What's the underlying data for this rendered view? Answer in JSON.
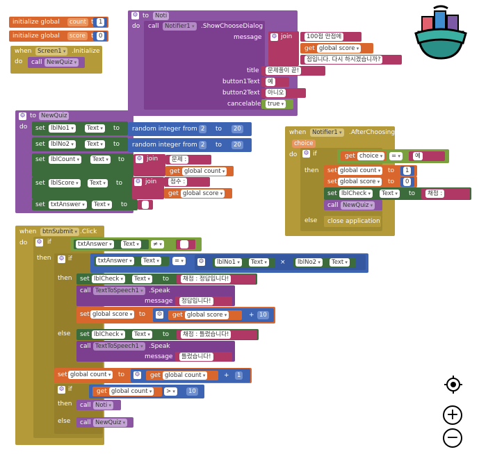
{
  "globals": [
    {
      "label": "initialize global",
      "name": "count",
      "to": "to",
      "value": "1"
    },
    {
      "label": "initialize global",
      "name": "score",
      "to": "to",
      "value": "0"
    }
  ],
  "screen_init": {
    "when": "when",
    "component": "Screen1",
    "event": ".Initialize",
    "do": "do",
    "call": "call",
    "proc": "NewQuiz"
  },
  "noti": {
    "to": "to",
    "name": "Noti",
    "do": "do",
    "call": "call",
    "component": "Notifier1",
    "method": ".ShowChooseDialog",
    "params": {
      "message": "message",
      "title": "title",
      "button1": "button1Text",
      "button2": "button2Text",
      "cancelable": "cancelable"
    },
    "join": "join",
    "msg1": "100점 만점에 ",
    "get": "get",
    "get_name": "global score",
    "msg2": "점입니다. 다시 하시겠습니까?",
    "title_val": "문제풀이 끝!",
    "btn1_val": "예",
    "btn2_val": "아니오",
    "cancel_val": "true"
  },
  "newquiz": {
    "to": "to",
    "name": "NewQuiz",
    "do": "do",
    "set": "set",
    "text": "Text",
    "to_kw": "to",
    "lbl1": "lblNo1",
    "lbl2": "lblNo2",
    "lblcount": "lblCount",
    "lblscore": "lblScore",
    "txtanswer": "txtAnswer",
    "random": "random integer from",
    "from": "2",
    "to_num": "20",
    "join": "join",
    "problem": "문제 : ",
    "get": "get",
    "gcount": "global count",
    "score_lbl": "점수 : ",
    "gscore": "global score"
  },
  "after": {
    "when": "when",
    "component": "Notifier1",
    "event": ".AfterChoosing",
    "param": "choice",
    "do": "do",
    "if": "if",
    "get": "get",
    "choice": "choice",
    "eq": "=",
    "yes": "예",
    "then": "then",
    "set": "set",
    "gcount": "global count",
    "gscore": "global score",
    "to": "to",
    "one": "1",
    "zero": "0",
    "lblcheck": "lblCheck",
    "text": "Text",
    "check_val": "채점 : ",
    "call": "call",
    "proc": "NewQuiz",
    "else": "else",
    "close": "close application"
  },
  "submit": {
    "when": "when",
    "component": "btnSubmit",
    "event": ".Click",
    "do": "do",
    "if": "if",
    "txtanswer": "txtAnswer",
    "text": "Text",
    "neq": "≠",
    "then": "then",
    "eq": "=",
    "lbl1": "lblNo1",
    "lbl2": "lblNo2",
    "times": "×",
    "set": "set",
    "lblcheck": "lblCheck",
    "to": "to",
    "correct": "채점 : 정답입니다!",
    "call": "call",
    "tts": "TextToSpeech1",
    "speak": ".Speak",
    "message": "message",
    "correct_msg": "정답입니다!",
    "gscore": "global score",
    "get": "get",
    "plus": "+",
    "ten": "10",
    "else": "else",
    "wrong": "채점 : 틀렸습니다!",
    "wrong_msg": "틀렸습니다!",
    "gcount": "global count",
    "one": "1",
    "gt": ">",
    "noti": "Noti",
    "newquiz": "NewQuiz"
  },
  "controls": {
    "locate": "target-icon",
    "zoom_in": "+",
    "zoom_out": "−"
  }
}
